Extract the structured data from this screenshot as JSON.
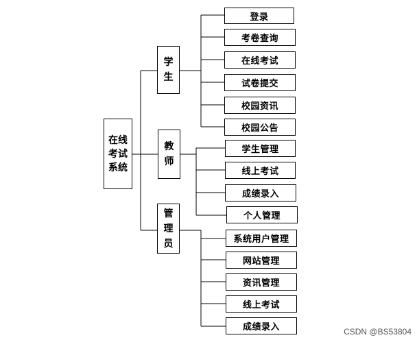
{
  "root": {
    "lines": [
      "在线",
      "考试",
      "系统"
    ]
  },
  "groups": [
    {
      "lines": [
        "学",
        "生"
      ],
      "items": [
        "登录",
        "考卷查询",
        "在线考试",
        "试卷提交",
        "校园资讯",
        "校园公告"
      ]
    },
    {
      "lines": [
        "教",
        "师"
      ],
      "items": [
        "学生管理",
        "线上考试",
        "成绩录入",
        "个人管理"
      ]
    },
    {
      "lines": [
        "管",
        "理",
        "员"
      ],
      "items": [
        "系统用户管理",
        "网站管理",
        "资讯管理",
        "线上考试",
        "成绩录入"
      ]
    }
  ],
  "watermark": "CSDN @BS53804"
}
